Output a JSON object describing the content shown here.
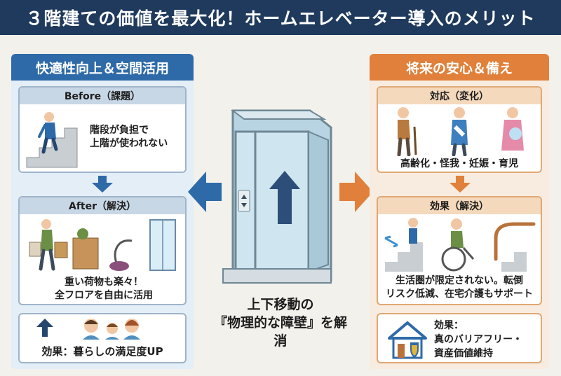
{
  "title": "３階建ての価値を最大化！ホームエレベーター導入のメリット",
  "left": {
    "heading": "快適性向上＆空間活用",
    "before": {
      "label": "Before（課題）",
      "text": "階段が負担で\n上階が使われない"
    },
    "after": {
      "label": "After（解決）",
      "text": "重い荷物も楽々！\n全フロアを自由に活用"
    },
    "effect": {
      "text": "効果：暮らしの満足度UP"
    }
  },
  "center": {
    "line1": "上下移動の",
    "line2": "『物理的な障壁』を解消"
  },
  "right": {
    "heading": "将来の安心＆備え",
    "response": {
      "label": "対応（変化）",
      "text": "高齢化・怪我・妊娠・育児"
    },
    "result": {
      "label": "効果（解決）",
      "text": "生活圏が限定されない。転倒\nリスク低減、在宅介護もサポート"
    },
    "effect": {
      "text": "効果：\n真のバリアフリー・\n資産価値維持"
    }
  },
  "colors": {
    "navy": "#1f3a5c",
    "blue": "#2f6aa8",
    "orange": "#e0803a"
  }
}
